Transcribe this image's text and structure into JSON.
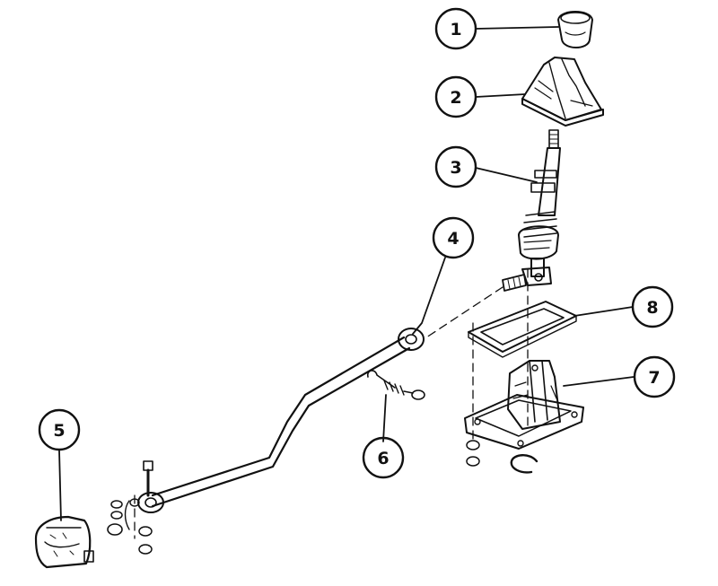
{
  "callouts": [
    {
      "id": "1",
      "label": "1"
    },
    {
      "id": "2",
      "label": "2"
    },
    {
      "id": "3",
      "label": "3"
    },
    {
      "id": "4",
      "label": "4"
    },
    {
      "id": "5",
      "label": "5"
    },
    {
      "id": "6",
      "label": "6"
    },
    {
      "id": "7",
      "label": "7"
    },
    {
      "id": "8",
      "label": "8"
    }
  ],
  "colors": {
    "ink": "#111111",
    "paper": "#ffffff",
    "part_fill": "#f2f2f2",
    "shade": "#8a8a8a"
  }
}
